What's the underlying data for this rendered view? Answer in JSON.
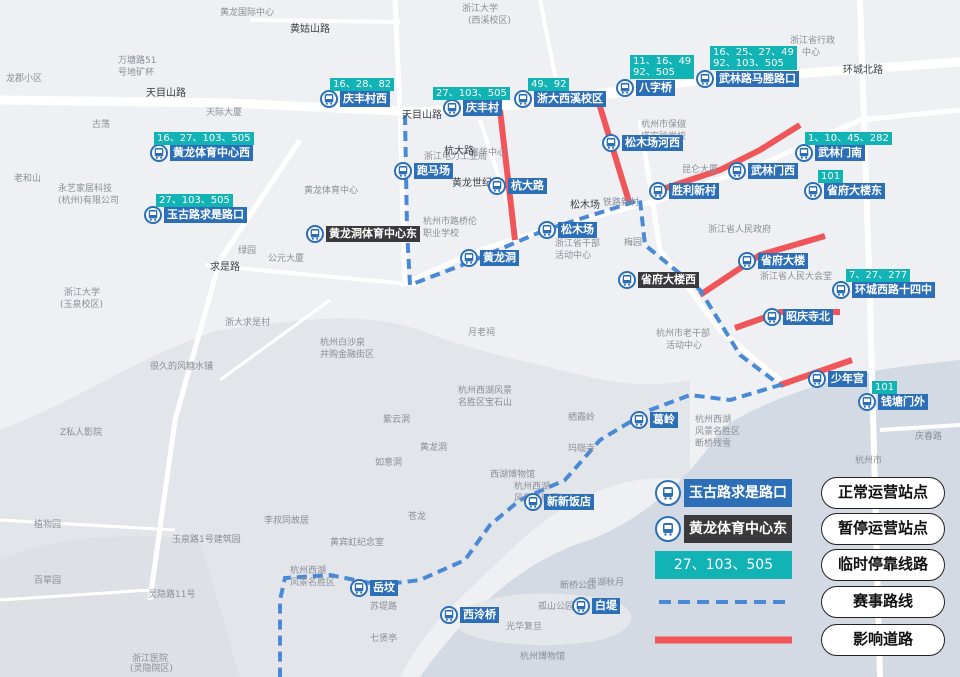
{
  "colors": {
    "normal_stop": "#2c6fb7",
    "paused_stop": "#3a3a3c",
    "temp_lines": "#11b3b4",
    "race_route": "#4a89d6",
    "affected_road": "#f0555a",
    "water": "#d3dae3",
    "road": "#ffffff"
  },
  "legend": {
    "normal": {
      "sample": "玉古路求是路口",
      "label": "正常运营站点"
    },
    "paused": {
      "sample": "黄龙体育中心东",
      "label": "暂停运营站点"
    },
    "lines": {
      "sample": "27、103、505",
      "label": "临时停靠线路"
    },
    "route": {
      "label": "赛事路线"
    },
    "road": {
      "label": "影响道路"
    }
  },
  "stops": [
    {
      "name": "庆丰村西",
      "status": "normal",
      "lines": "16、28、82"
    },
    {
      "name": "庆丰村",
      "status": "normal",
      "lines": "27、103、505"
    },
    {
      "name": "浙大西溪校区",
      "status": "normal",
      "lines": "49、92"
    },
    {
      "name": "八字桥",
      "status": "normal",
      "lines": "11、16、49\n92、505"
    },
    {
      "name": "武林路马塍路口",
      "status": "normal",
      "lines": "16、25、27、49\n92、103、505"
    },
    {
      "name": "黄龙体育中心西",
      "status": "normal",
      "lines": "16、27、103、505"
    },
    {
      "name": "玉古路求是路口",
      "status": "normal",
      "lines": "27、103、505"
    },
    {
      "name": "跑马场",
      "status": "normal",
      "lines": ""
    },
    {
      "name": "黄龙洞体育中心东",
      "status": "paused",
      "lines": ""
    },
    {
      "name": "杭大路",
      "status": "normal",
      "lines": ""
    },
    {
      "name": "黄龙洞",
      "status": "normal",
      "lines": ""
    },
    {
      "name": "松木场",
      "status": "normal",
      "lines": ""
    },
    {
      "name": "松木场河西",
      "status": "normal",
      "lines": ""
    },
    {
      "name": "胜利新村",
      "status": "normal",
      "lines": ""
    },
    {
      "name": "武林门西",
      "status": "normal",
      "lines": ""
    },
    {
      "name": "武林门南",
      "status": "normal",
      "lines": "1、10、45、282"
    },
    {
      "name": "省府大楼东",
      "status": "normal",
      "lines": "101"
    },
    {
      "name": "省府大楼西",
      "status": "paused",
      "lines": ""
    },
    {
      "name": "省府大楼",
      "status": "normal",
      "lines": ""
    },
    {
      "name": "环城西路十四中",
      "status": "normal",
      "lines": "7、27、277"
    },
    {
      "name": "昭庆寺北",
      "status": "normal",
      "lines": ""
    },
    {
      "name": "少年宫",
      "status": "normal",
      "lines": ""
    },
    {
      "name": "钱塘门外",
      "status": "normal",
      "lines": "101"
    },
    {
      "name": "葛岭",
      "status": "normal",
      "lines": ""
    },
    {
      "name": "新新饭店",
      "status": "normal",
      "lines": ""
    },
    {
      "name": "岳坟",
      "status": "normal",
      "lines": ""
    },
    {
      "name": "西泠桥",
      "status": "normal",
      "lines": ""
    },
    {
      "name": "白堤",
      "status": "normal",
      "lines": ""
    }
  ],
  "roads": [
    "天目山路",
    "天目山路",
    "黄姑山路",
    "环城北路",
    "杭大路",
    "求是路",
    "黄龙世纪广",
    "松木场"
  ],
  "places": [
    "黄龙国际中心",
    "浙江大学",
    "(西溪校区)",
    "浙江省行政",
    "中心",
    "万塘路51",
    "号地矿杯",
    "龙郡小区",
    "天际大厦",
    "古荡",
    "杭州市保俶",
    "塔实验学校",
    "浙江电力工业局",
    "嘉华中心",
    "昆仑大厦",
    "老和山",
    "永艺家居科技",
    "(杭州)有限公司",
    "黄龙体育中心",
    "杭州市路桥伦",
    "职业学校",
    "铁路新村",
    "浙江省人民政府",
    "浙江省人民大会堂",
    "浙江大学",
    "(玉泉校区)",
    "公元大厦",
    "绿园",
    "梅园",
    "浙大求是村",
    "浙江省干部",
    "活动中心",
    "月老祠",
    "杭州白沙泉",
    "并购金融街区",
    "杭州西湖风景",
    "名胜区宝石山",
    "杭州市老干部",
    "活动中心",
    "很久的风糖水铺",
    "紫云洞",
    "栖霞岭",
    "杭州西湖",
    "风景名胜区",
    "断桥残雪",
    "Z私人影院",
    "玛瑙寺",
    "黄龙洞",
    "如意洞",
    "苍龙",
    "杭州西湖",
    "风景名胜区",
    "李叔同故居",
    "黄宾虹纪念室",
    "植物园",
    "玉泉路1号建筑园",
    "杭州西湖",
    "风景名胜区",
    "百草园",
    "灵隐路11号",
    "浙江医院",
    "(灵隐院区)",
    "平湖秋月",
    "西湖博物馆",
    "断桥公园",
    "孤山公园",
    "光华复旦",
    "苏堤路",
    "七贤亭",
    "杭州博物馆",
    "庆春路",
    "杭州市"
  ]
}
